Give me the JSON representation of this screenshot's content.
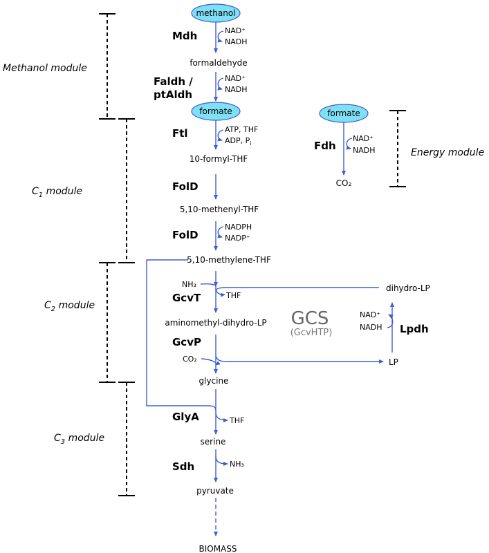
{
  "colors": {
    "arrow": "#3f5ecf",
    "node_fill": "#7fe0f5",
    "node_stroke": "#3f5ecf",
    "gcs_text": "#666666"
  },
  "nodes": {
    "methanol": "methanol",
    "formate_main": "formate",
    "formate_energy": "formate"
  },
  "metabolites": {
    "formaldehyde": "formaldehyde",
    "formyl_thf": "10-formyl-THF",
    "methenyl_thf": "5,10-methenyl-THF",
    "methylene_thf": "5,10-methylene-THF",
    "aminomethyl": "aminomethyl-dihydro-LP",
    "glycine": "glycine",
    "serine": "serine",
    "pyruvate": "pyruvate",
    "biomass": "BIOMASS",
    "co2_energy": "CO₂",
    "dihydro_lp": "dihydro-LP",
    "lp": "LP"
  },
  "enzymes": {
    "mdh": "Mdh",
    "faldh_1": "Faldh /",
    "faldh_2": "ptAldh",
    "ftl": "Ftl",
    "fold_1": "FolD",
    "fold_2": "FolD",
    "gcvt": "GcvT",
    "gcvp": "GcvP",
    "glya": "GlyA",
    "sdh": "Sdh",
    "fdh": "Fdh",
    "lpdh": "Lpdh"
  },
  "cofactors": {
    "mdh_in": "NAD⁺",
    "mdh_out": "NADH",
    "faldh_in": "NAD⁺",
    "faldh_out": "NADH",
    "ftl_in": "ATP, THF",
    "ftl_out": "ADP, P",
    "ftl_out_sub": "i",
    "fold_in": "NADPH",
    "fold_out": "NADP⁺",
    "gcvt_in": "NH₃",
    "gcvt_out": "THF",
    "gcvp_in": "CO₂",
    "glya_out": "THF",
    "sdh_out": "NH₃",
    "fdh_in": "NAD⁺",
    "fdh_out": "NADH",
    "lpdh_in": "NADH",
    "lpdh_out": "NAD⁺"
  },
  "gcs": {
    "title": "GCS",
    "subtitle": "(GcvHTP)"
  },
  "modules": {
    "methanol": "Methanol module",
    "c1_main": "C",
    "c1_sub": "1",
    "c1_rest": " module",
    "c2_main": "C",
    "c2_sub": "2",
    "c2_rest": " module",
    "c3_main": "C",
    "c3_sub": "3",
    "c3_rest": " module",
    "energy": "Energy module"
  }
}
